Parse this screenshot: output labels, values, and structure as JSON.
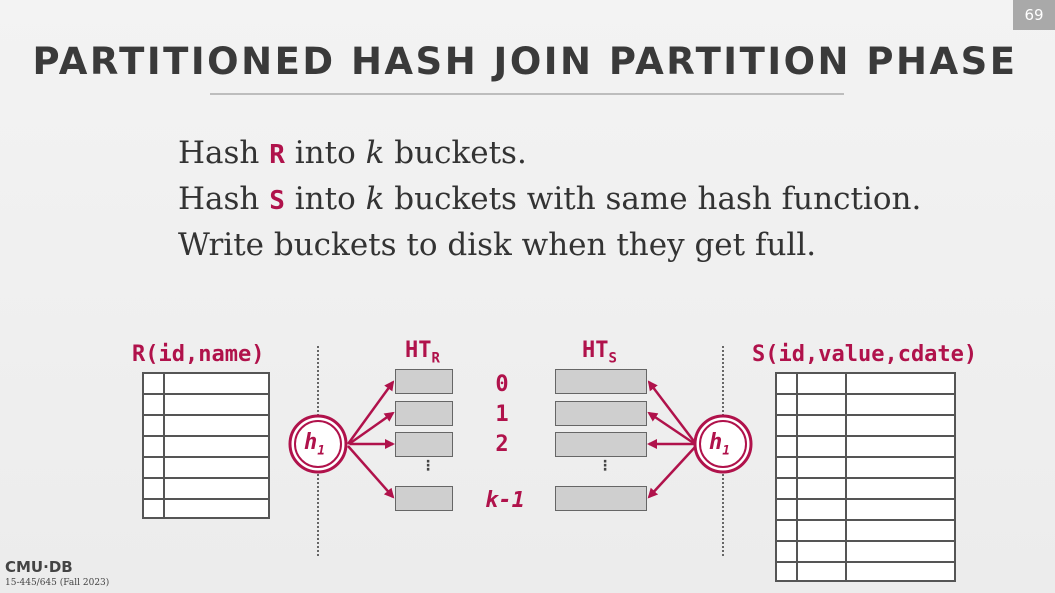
{
  "slide": {
    "number": "69",
    "title": "PARTITIONED HASH JOIN PARTITION PHASE"
  },
  "bullets": [
    {
      "pre": "Hash ",
      "rel": "R",
      "mid": " into ",
      "k": "k",
      "post": " buckets."
    },
    {
      "pre": "Hash ",
      "rel": "S",
      "mid": " into ",
      "k": "k",
      "post": " buckets with same hash function."
    },
    {
      "text": "Write buckets to disk when they get full."
    }
  ],
  "diagram": {
    "r_label": "R(id,name)",
    "s_label": "S(id,value,cdate)",
    "ht_base": "HT",
    "ht_r_sub": "R",
    "ht_s_sub": "S",
    "hash_base": "h",
    "hash_sub": "1",
    "indices": [
      "0",
      "1",
      "2",
      "k-1"
    ],
    "ellipsis": "⋮"
  },
  "footer": {
    "logo": "CMU·DB",
    "course": "15-445/645 (Fall 2023)"
  },
  "colors": {
    "accent": "#b0124b",
    "title": "#3a3a3a",
    "bucket_fill": "#cfcfcf"
  }
}
